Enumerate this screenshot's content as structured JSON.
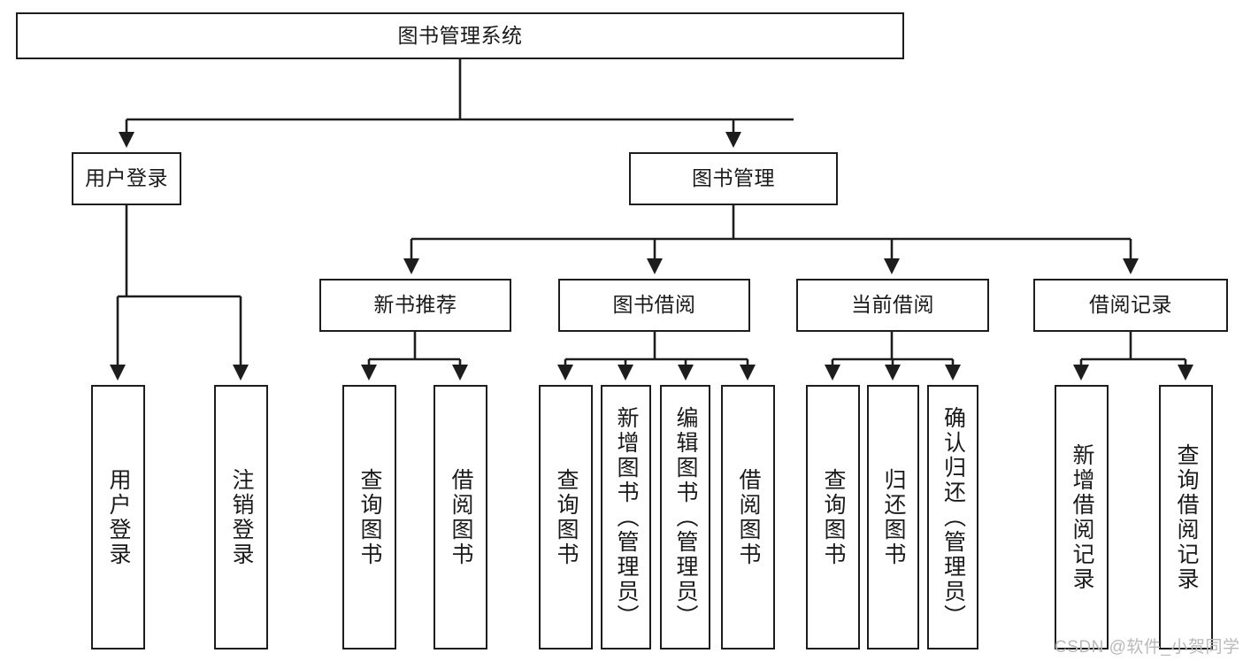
{
  "diagram": {
    "title": "图书管理系统",
    "type": "tree-hierarchy-diagram",
    "colors": {
      "box_border": "#1d1d1d",
      "box_fill": "#ffffff",
      "edge": "#1d1d1d",
      "text": "#1a1a1a",
      "watermark": "#b9b9b9"
    },
    "nodes": {
      "root": {
        "label": "图书管理系统"
      },
      "level2": [
        {
          "label": "用户登录"
        },
        {
          "label": "图书管理"
        }
      ],
      "level3": [
        {
          "label": "新书推荐"
        },
        {
          "label": "图书借阅"
        },
        {
          "label": "当前借阅"
        },
        {
          "label": "借阅记录"
        }
      ],
      "leaves": {
        "user_login": [
          {
            "label": "用户登录"
          },
          {
            "label": "注销登录"
          }
        ],
        "new_book_recommend": [
          {
            "label": "查询图书"
          },
          {
            "label": "借阅图书"
          }
        ],
        "book_borrow": [
          {
            "label": "查询图书"
          },
          {
            "label": "新增图书（管理员）"
          },
          {
            "label": "编辑图书（管理员）"
          },
          {
            "label": "借阅图书"
          }
        ],
        "current_borrow": [
          {
            "label": "查询图书"
          },
          {
            "label": "归还图书"
          },
          {
            "label": "确认归还（管理员）"
          }
        ],
        "borrow_record": [
          {
            "label": "新增借阅记录"
          },
          {
            "label": "查询借阅记录"
          }
        ]
      }
    },
    "watermark": "CSDN @软件_小贺同学"
  }
}
